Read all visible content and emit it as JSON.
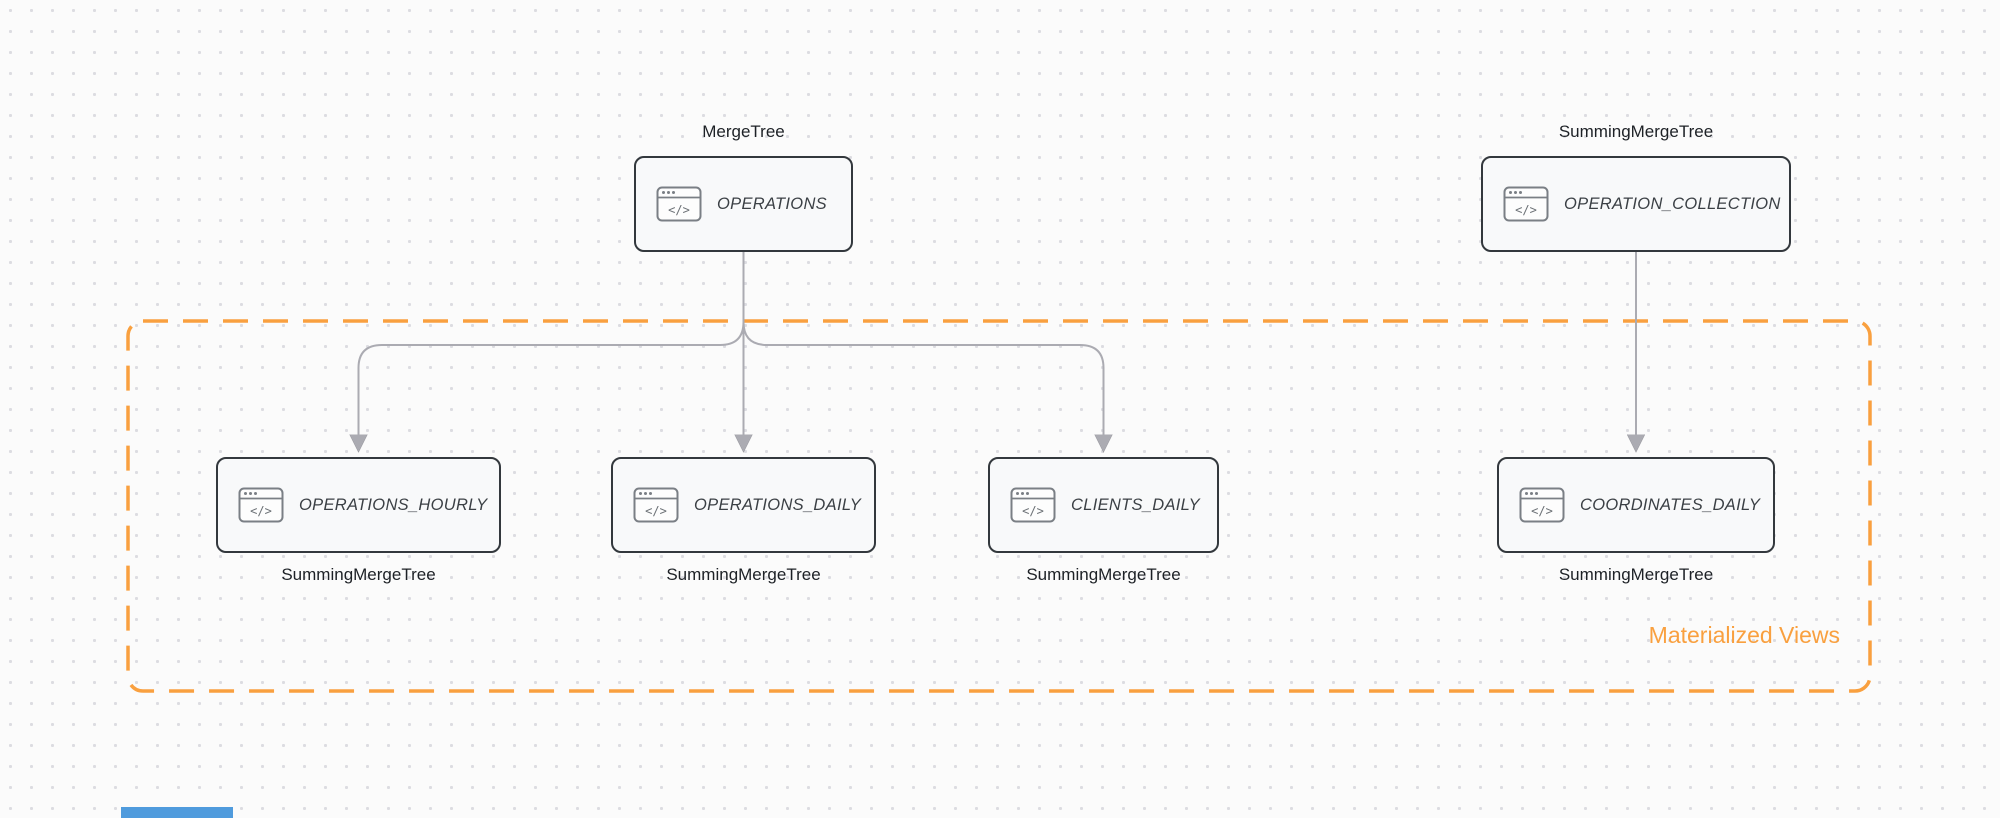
{
  "diagram": {
    "icon_glyph": "</>",
    "group_label": "Materialized Views",
    "sources": [
      {
        "engine": "MergeTree",
        "title": "OPERATIONS"
      },
      {
        "engine": "SummingMergeTree",
        "title": "OPERATION_COLLECTION"
      }
    ],
    "views": [
      {
        "title": "OPERATIONS_HOURLY",
        "engine": "SummingMergeTree"
      },
      {
        "title": "OPERATIONS_DAILY",
        "engine": "SummingMergeTree"
      },
      {
        "title": "CLIENTS_DAILY",
        "engine": "SummingMergeTree"
      },
      {
        "title": "COORDINATES_DAILY",
        "engine": "SummingMergeTree"
      }
    ],
    "colors": {
      "accent_orange": "#F9A03F",
      "edge_gray": "#ABABB2",
      "node_border": "#33383D"
    }
  }
}
